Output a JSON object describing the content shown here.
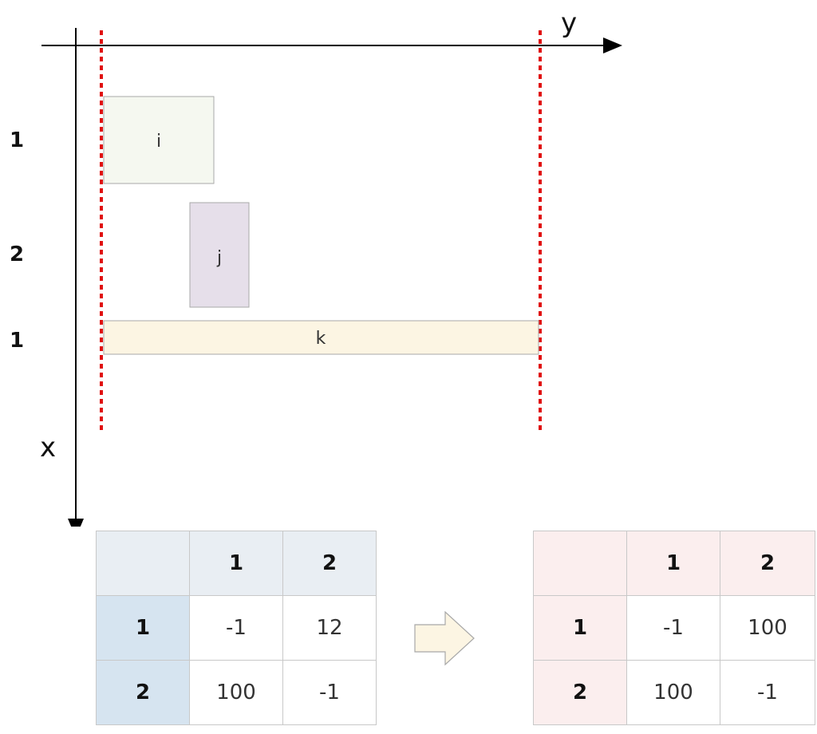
{
  "axes": {
    "x_label": "x",
    "y_label": "y"
  },
  "row_labels": [
    "1",
    "2",
    "1"
  ],
  "boxes": [
    {
      "label": "i",
      "fill": "#f5f8f0"
    },
    {
      "label": "j",
      "fill": "#e6dfea"
    },
    {
      "label": "k",
      "fill": "#fcf5e3"
    }
  ],
  "colors": {
    "dotted_line": "#e01010",
    "box_stroke": "#a8a8a8",
    "arrow_fill": "#fcf5e3",
    "left_header": "#e9eef3",
    "left_row_header": "#d6e4f0",
    "right_header": "#fbeeee"
  },
  "table_left": {
    "col_headers": [
      "",
      "1",
      "2"
    ],
    "rows": [
      {
        "header": "1",
        "cells": [
          "-1",
          "12"
        ]
      },
      {
        "header": "2",
        "cells": [
          "100",
          "-1"
        ]
      }
    ]
  },
  "table_right": {
    "col_headers": [
      "",
      "1",
      "2"
    ],
    "rows": [
      {
        "header": "1",
        "cells": [
          "-1",
          "100"
        ]
      },
      {
        "header": "2",
        "cells": [
          "100",
          "-1"
        ]
      }
    ]
  }
}
